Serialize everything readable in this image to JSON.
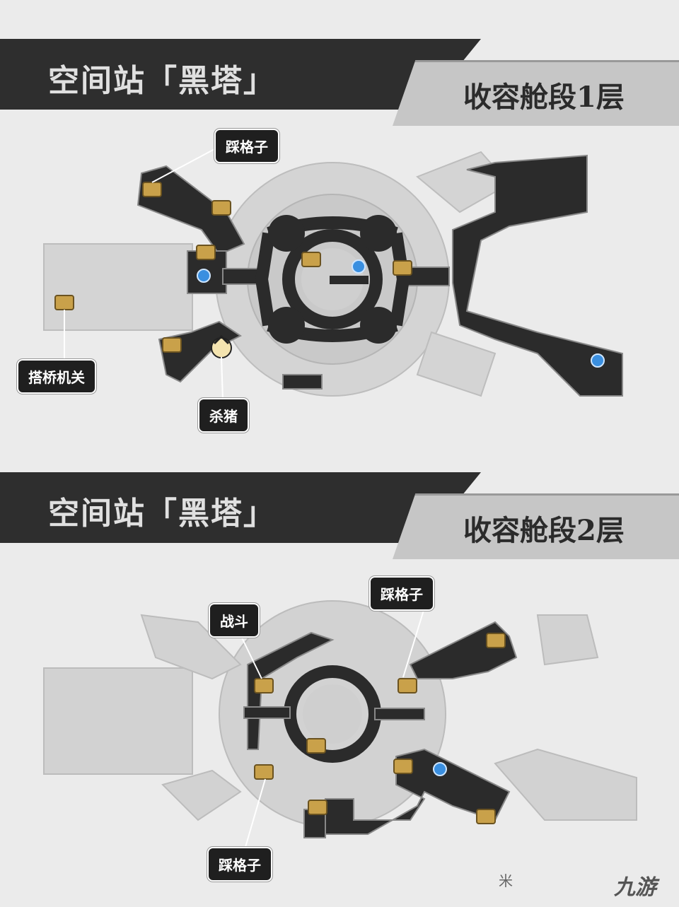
{
  "floor1": {
    "title": "空间站「黑塔」",
    "subtitle": "收容舱段1层",
    "labels": {
      "step_grid": "踩格子",
      "bridge_switch": "搭桥机关",
      "kill_pig": "杀猪"
    }
  },
  "floor2": {
    "title": "空间站「黑塔」",
    "subtitle": "收容舱段2层",
    "labels": {
      "battle": "战斗",
      "step_grid_top": "踩格子",
      "step_grid_bottom": "踩格子"
    }
  },
  "footer": {
    "source_mark": "米",
    "site_logo": "九游"
  },
  "icons": {
    "chest": "treasure-chest-icon",
    "teleport": "space-anchor-icon",
    "boss": "warp-trotter-icon"
  },
  "colors": {
    "header_dark": "#2e2e2e",
    "header_light": "#c6c6c6",
    "path_dark": "#2b2b2b",
    "chest_gold": "#c9a14a",
    "anchor_blue": "#3a8fe0"
  }
}
